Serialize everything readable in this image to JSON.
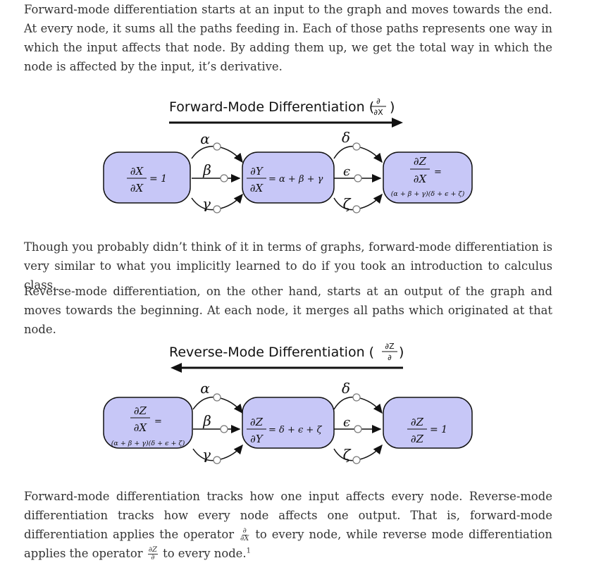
{
  "paragraphs": {
    "p1": "Forward-mode differentiation starts at an input to the graph and moves towards the end. At every node, it sums all the paths feeding in. Each of those paths represents one way in which the input affects that node. By adding them up, we get the total way in which the node is affected by the input, it’s derivative.",
    "p2": "Though you probably didn’t think of it in terms of graphs, forward-mode differentiation is very similar to what you implicitly learned to do if you took an introduction to calculus class.",
    "p3": "Reverse-mode differentiation, on the other hand, starts at an output of the graph and moves towards the beginning. At each node, it merges all paths which originated at that node.",
    "p4_a": "Forward-mode differentiation tracks how one input affects every node. Reverse-mode differentiation tracks how every node affects one output. That is, forward-mode differentiation applies the operator",
    "p4_op1_num": "∂",
    "p4_op1_den": "∂X",
    "p4_b": "to every node, while reverse mode differentiation applies the operator",
    "p4_op2_num": "∂Z",
    "p4_op2_den": "∂",
    "p4_c": "to every node.",
    "p4_footnote": "1"
  },
  "forward": {
    "title": "Forward-Mode Differentiation (",
    "title_num": "∂",
    "title_den": "∂X",
    "title_close": ")",
    "node1": {
      "num": "∂X",
      "den": "∂X",
      "rhs": "= 1"
    },
    "node2": {
      "num": "∂Y",
      "den": "∂X",
      "rhs": "= α + β + γ"
    },
    "node3": {
      "num": "∂Z",
      "den": "∂X",
      "rhs": "=",
      "sub": "(α + β + γ)(δ + ϵ + ζ)"
    },
    "edges": [
      "α",
      "β",
      "γ",
      "δ",
      "ϵ",
      "ζ"
    ]
  },
  "reverse": {
    "title": "Reverse-Mode Differentiation (",
    "title_num": "∂Z",
    "title_den": "∂",
    "title_close": ")",
    "node1": {
      "num": "∂Z",
      "den": "∂X",
      "rhs": "=",
      "sub": "(α + β + γ)(δ + ϵ + ζ)"
    },
    "node2": {
      "num": "∂Z",
      "den": "∂Y",
      "rhs": "= δ + ϵ + ζ"
    },
    "node3": {
      "num": "∂Z",
      "den": "∂Z",
      "rhs": "= 1"
    },
    "edges": [
      "α",
      "β",
      "γ",
      "δ",
      "ϵ",
      "ζ"
    ]
  }
}
